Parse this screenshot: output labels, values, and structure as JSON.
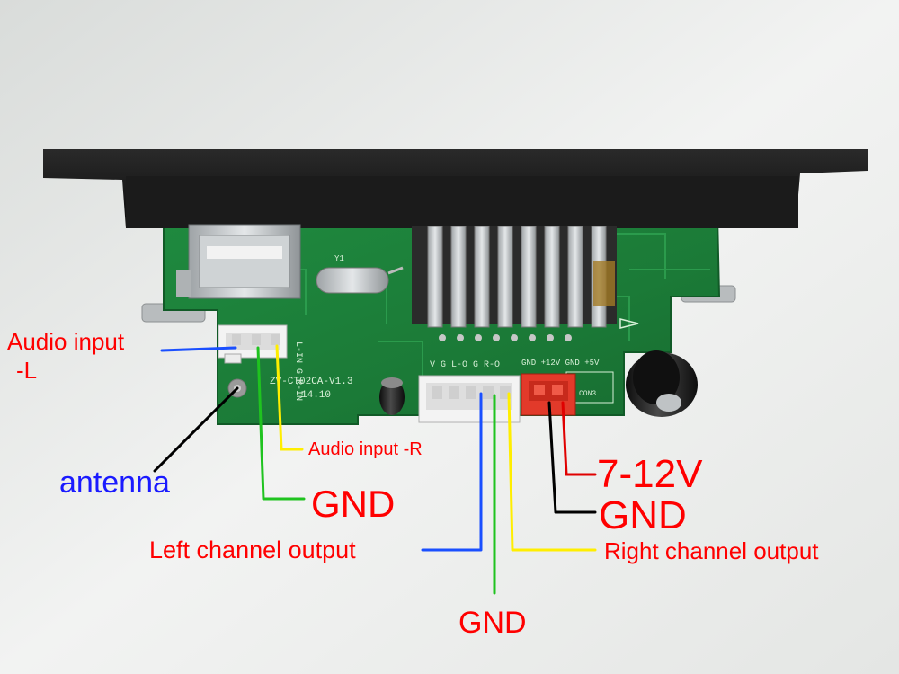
{
  "labels": {
    "audio_input_l_line1": "Audio input",
    "audio_input_l_line2": "-L",
    "antenna": "antenna",
    "gnd_left": "GND",
    "audio_input_r": "Audio input -R",
    "left_channel_output": "Left channel output",
    "gnd_bottom": "GND",
    "right_channel_output": "Right channel output",
    "power_12v": "7-12V",
    "gnd_power": "GND"
  },
  "silkscreen": {
    "board_id": "ZV-CT02CA-V1.3",
    "date_code": "14.10",
    "input_pins": "L-IN  G  R-IN",
    "output_pins": "V  G  L-O  G  R-O",
    "power_pins": "GND +12V  GND +5V",
    "con3": "CON3",
    "crystal": "Y1"
  },
  "colors": {
    "label_red": "#ff0000",
    "label_blue": "#1a1aff",
    "wire_blue": "#1a4fff",
    "wire_green": "#1fc31f",
    "wire_yellow": "#ffee00",
    "wire_black": "#000000",
    "wire_red": "#e00000",
    "pcb_green": "#1e8a3c",
    "bezel_black": "#141414"
  }
}
